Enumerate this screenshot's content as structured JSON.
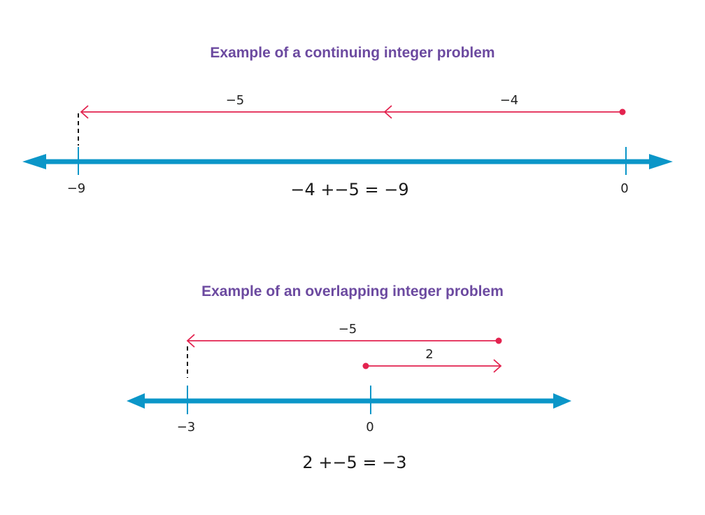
{
  "colors": {
    "title": "#6c4aa0",
    "number_line": "#0b96c8",
    "jump_arrow": "#e3234f",
    "dashed_guide": "#111111",
    "text": "#222222"
  },
  "panels": [
    {
      "title": "Example of a continuing integer problem",
      "ticks": [
        {
          "value": -9,
          "label": "−9"
        },
        {
          "value": 0,
          "label": "0"
        }
      ],
      "jumps": [
        {
          "start": 0,
          "change": -4,
          "label": "−4",
          "end": -4
        },
        {
          "start": -4,
          "change": -5,
          "label": "−5",
          "end": -9
        }
      ],
      "equation": "−4 +−5 = −9"
    },
    {
      "title": "Example of an overlapping integer problem",
      "ticks": [
        {
          "value": -3,
          "label": "−3"
        },
        {
          "value": 0,
          "label": "0"
        }
      ],
      "jumps": [
        {
          "start": 0,
          "change": 2,
          "label": "2",
          "end": 2
        },
        {
          "start": 2,
          "change": -5,
          "label": "−5",
          "end": -3
        }
      ],
      "equation": "2 +−5 = −3"
    }
  ]
}
